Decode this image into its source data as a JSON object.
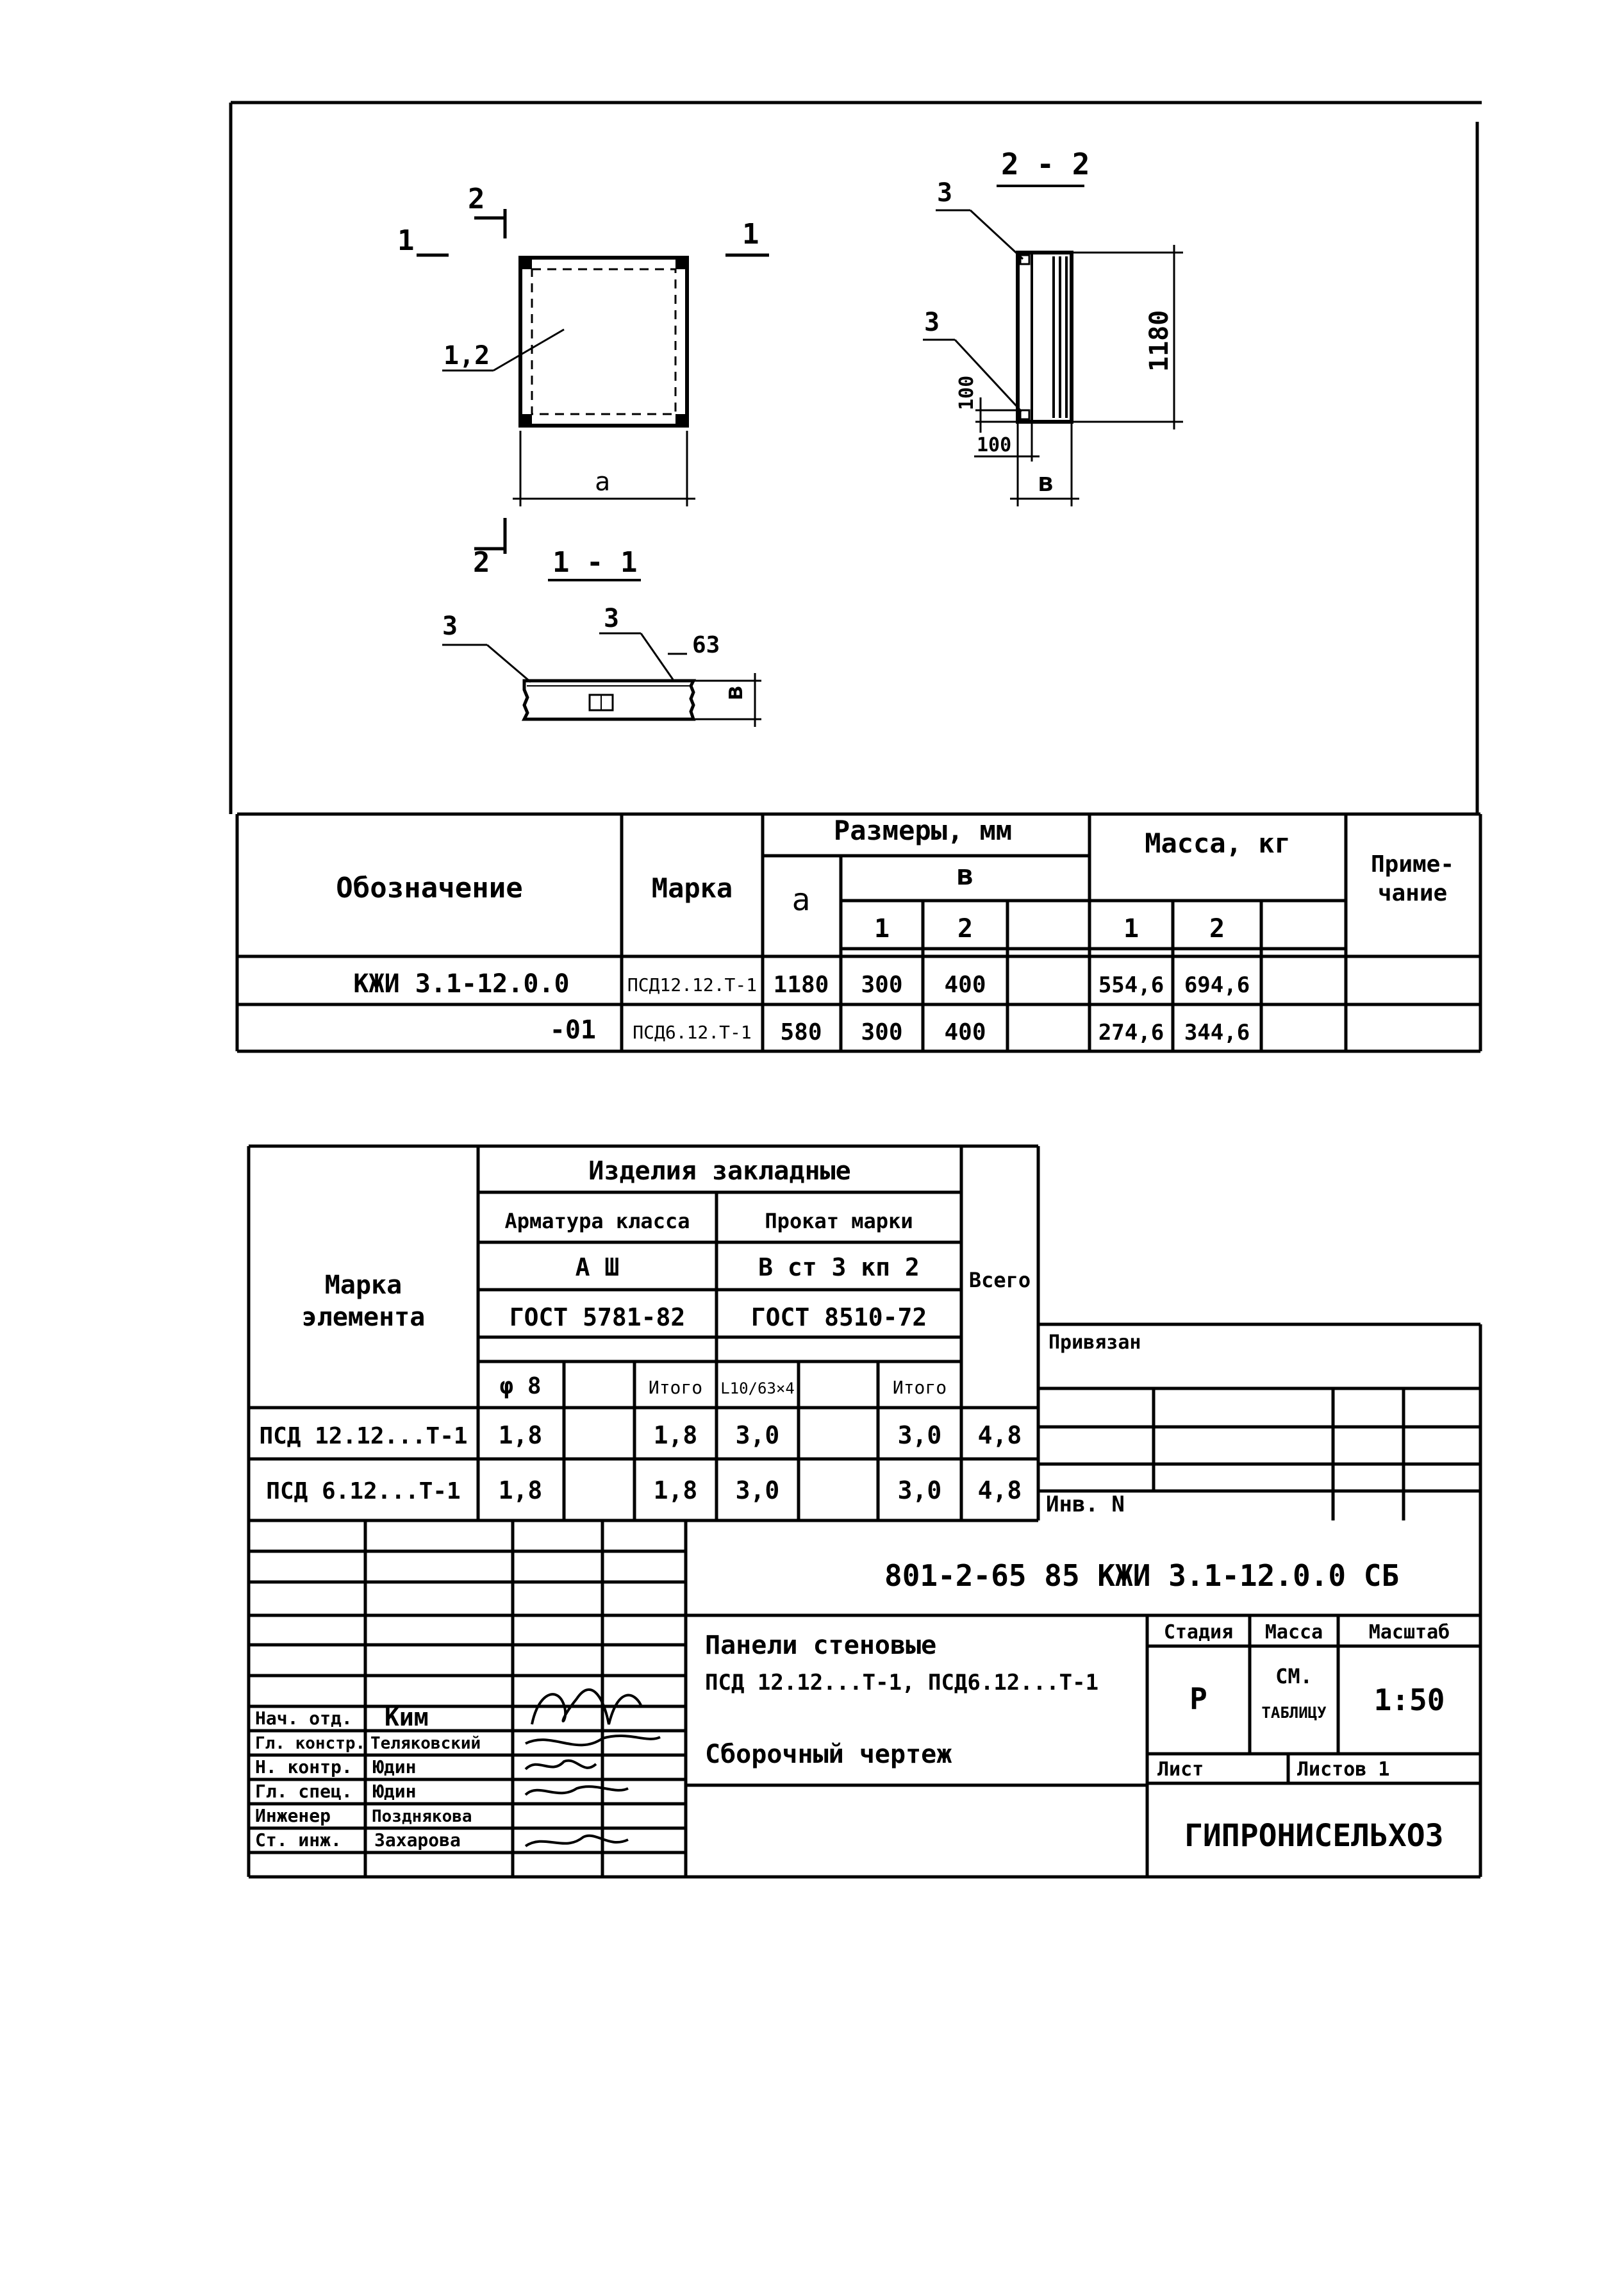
{
  "drawing": {
    "section_2_title": "2 - 2",
    "section_1_title": "1 - 1",
    "cut_marks": {
      "one": "1",
      "two": "2"
    },
    "labels": {
      "pos_1_2": "1,2",
      "pos_3": "3",
      "dim_a": "a",
      "dim_b": "в",
      "dim_1180": "1180",
      "dim_100": "100",
      "dim_63": "63",
      "dim_b_rot": "в"
    }
  },
  "spec_table": {
    "headers": {
      "designation": "Обозначение",
      "mark": "Марка",
      "sizes": "Размеры, мм",
      "a": "a",
      "b": "в",
      "b1": "1",
      "b2": "2",
      "mass": "Масса, кг",
      "m1": "1",
      "m2": "2",
      "note": "Приме-\nчание"
    },
    "rows": [
      {
        "designation": "КЖИ 3.1-12.0.0",
        "mark": "ПСД12.12.Т-1",
        "a": "1180",
        "b1": "300",
        "b2": "400",
        "m1": "554,6",
        "m2": "694,6"
      },
      {
        "designation": "-01",
        "mark": "ПСД6.12.Т-1",
        "a": "580",
        "b1": "300",
        "b2": "400",
        "m1": "274,6",
        "m2": "344,6"
      }
    ]
  },
  "embed_table": {
    "header_element": "Марка\nэлемента",
    "header_embedded": "Изделия закладные",
    "header_rebar": "Арматура класса",
    "header_rolled": "Прокат марки",
    "rebar_class": "А Ш",
    "rolled_grade": "В ст 3 кп 2",
    "rebar_gost": "ГОСТ 5781-82",
    "rolled_gost": "ГОСТ 8510-72",
    "col_phi8": "φ 8",
    "col_total1": "Итого",
    "col_L": "L10/63×4",
    "col_total2": "Итого",
    "header_total": "Всего",
    "rows": [
      {
        "element": "ПСД 12.12...Т-1",
        "phi8": "1,8",
        "total1": "1,8",
        "L": "3,0",
        "total2": "3,0",
        "all": "4,8"
      },
      {
        "element": "ПСД 6.12...Т-1",
        "phi8": "1,8",
        "total1": "1,8",
        "L": "3,0",
        "total2": "3,0",
        "all": "4,8"
      }
    ]
  },
  "title_block": {
    "privyazan": "Привязан",
    "inv": "Инв. N",
    "code": "801-2-65 85  КЖИ 3.1-12.0.0 СБ",
    "title_line1": "Панели стеновые",
    "title_line2": "ПСД 12.12...Т-1, ПСД6.12...Т-1",
    "title_line3": "Сборочный чертеж",
    "stage_label": "Стадия",
    "mass_label": "Масса",
    "scale_label": "Масштаб",
    "stage": "Р",
    "mass_value_1": "СМ.",
    "mass_value_2": "ТАБЛИЦУ",
    "scale": "1:50",
    "sheet_label": "Лист",
    "sheets_label": "Листов  1",
    "organization": "ГИПРОНИСЕЛЬХОЗ",
    "people": [
      {
        "role": "Нач. отд.",
        "name": "Ким"
      },
      {
        "role": "Гл. констр.",
        "name": "Теляковский"
      },
      {
        "role": "Н. контр.",
        "name": "Юдин"
      },
      {
        "role": "Гл. спец.",
        "name": "Юдин"
      },
      {
        "role": "Инженер",
        "name": "Позднякова"
      },
      {
        "role": "Ст. инж.",
        "name": "Захарова"
      }
    ]
  }
}
